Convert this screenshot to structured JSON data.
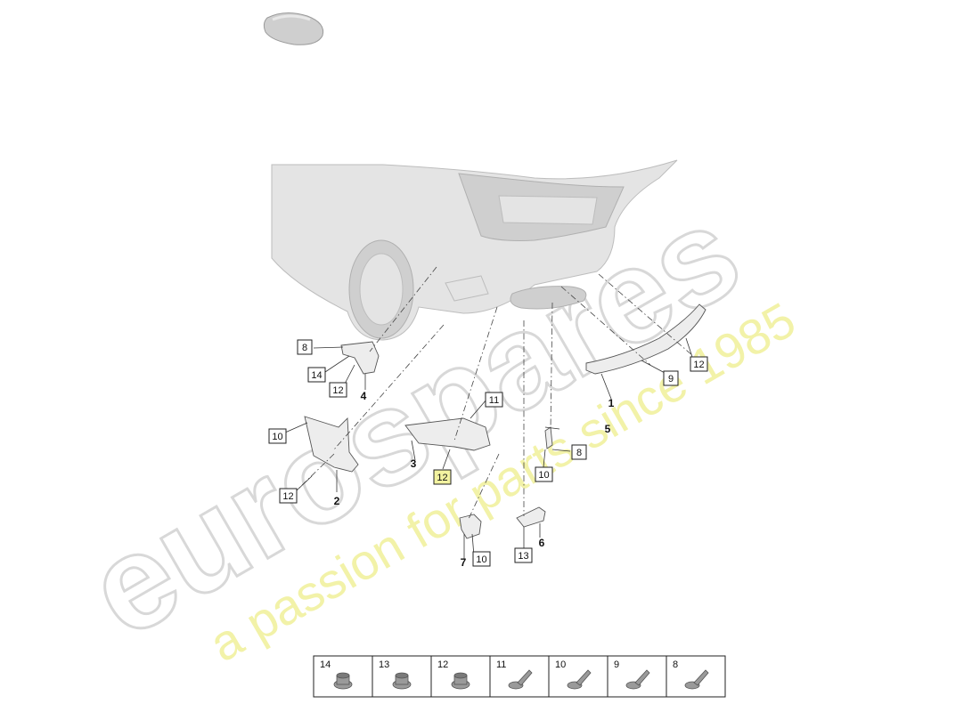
{
  "watermark": {
    "brand": "eurospares",
    "tagline": "a passion for parts since 1985"
  },
  "callouts": [
    {
      "label": "8",
      "highlight": false
    },
    {
      "label": "14",
      "highlight": false
    },
    {
      "label": "12",
      "highlight": false
    },
    {
      "label": "10",
      "highlight": false
    },
    {
      "label": "12",
      "highlight": false
    },
    {
      "label": "11",
      "highlight": false
    },
    {
      "label": "12",
      "highlight": true
    },
    {
      "label": "10",
      "highlight": false
    },
    {
      "label": "13",
      "highlight": false
    },
    {
      "label": "10",
      "highlight": false
    },
    {
      "label": "8",
      "highlight": false
    },
    {
      "label": "9",
      "highlight": false
    },
    {
      "label": "12",
      "highlight": false
    }
  ],
  "part_numbers": [
    "4",
    "2",
    "3",
    "5",
    "1",
    "6",
    "7"
  ],
  "legend": {
    "cells": [
      {
        "label": "14",
        "icon": "flange-nut-icon"
      },
      {
        "label": "13",
        "icon": "collar-nut-icon"
      },
      {
        "label": "12",
        "icon": "hex-flange-nut-icon"
      },
      {
        "label": "11",
        "icon": "screw-icon"
      },
      {
        "label": "10",
        "icon": "flange-screw-icon"
      },
      {
        "label": "9",
        "icon": "hex-bolt-icon"
      },
      {
        "label": "8",
        "icon": "screw-icon"
      }
    ]
  }
}
